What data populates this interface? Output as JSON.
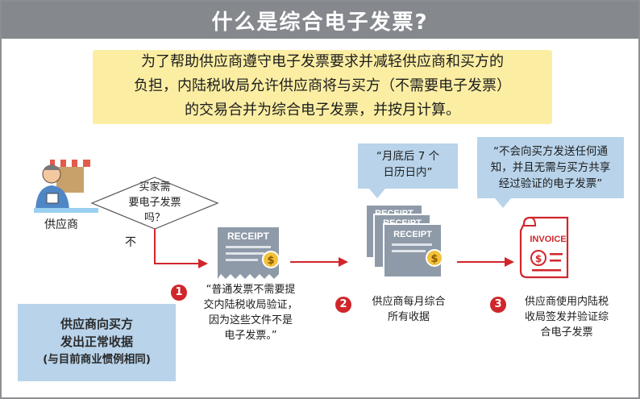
{
  "title": "什么是综合电子发票?",
  "intro": {
    "lines": [
      "为了帮助供应商遵守电子发票要求并减轻供应商和买方的",
      "负担，内陆税收局允许供应商将与买方（不需要电子发票）",
      "的交易合并为综合电子发票，并按月计算。"
    ]
  },
  "supplier": {
    "label": "供应商"
  },
  "decision": {
    "line1": "买家需",
    "line2": "要电子发票",
    "line3": "吗？",
    "no_label": "不"
  },
  "receipt_label": "RECEIPT",
  "invoice_label": "INVOICE",
  "step1": {
    "number": "1",
    "lines": [
      "“普通发票不需要提",
      "交内陆税收局验证，",
      "因为这些文件不是",
      "电子发票。”"
    ]
  },
  "step2": {
    "number": "2",
    "lines": [
      "供应商每月综合",
      "所有收据"
    ],
    "callout": [
      "“月底后 7 个",
      "日历日内”"
    ]
  },
  "step3": {
    "number": "3",
    "lines": [
      "供应商使用内陆税",
      "收局签发并验证综",
      "合电子发票"
    ],
    "callout": [
      "“不会向买方发送任何通",
      "知，并且无需与买方共享",
      "经过验证的电子发票”"
    ]
  },
  "left_box": {
    "lines": [
      "供应商向买方",
      "发出正常收据",
      "(与目前商业惯例相同)"
    ]
  },
  "colors": {
    "header": "#85888d",
    "intro_bg": "#fbeea3",
    "callout_bg": "#b8d3ea",
    "accent_red": "#d0262b",
    "receipt": "#8e9aa8",
    "coin": "#f2c23a"
  }
}
